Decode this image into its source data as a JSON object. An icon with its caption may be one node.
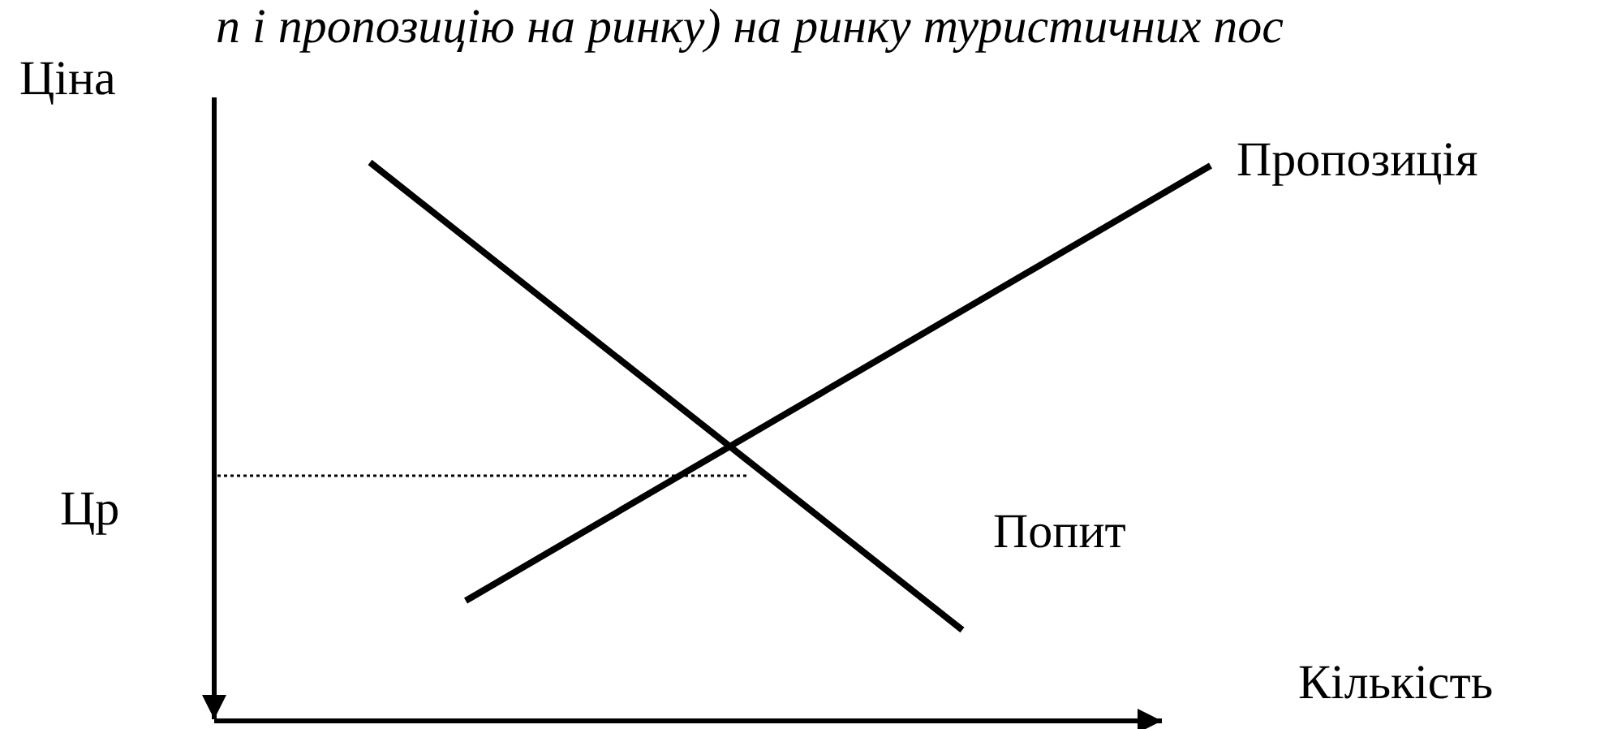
{
  "diagram": {
    "labels": [
      "п і пропозицію на ринку) на ринку туристичних пос",
      "Ціна",
      "Пропозиція",
      "Цр",
      "Попит",
      "Кількість"
    ]
  }
}
